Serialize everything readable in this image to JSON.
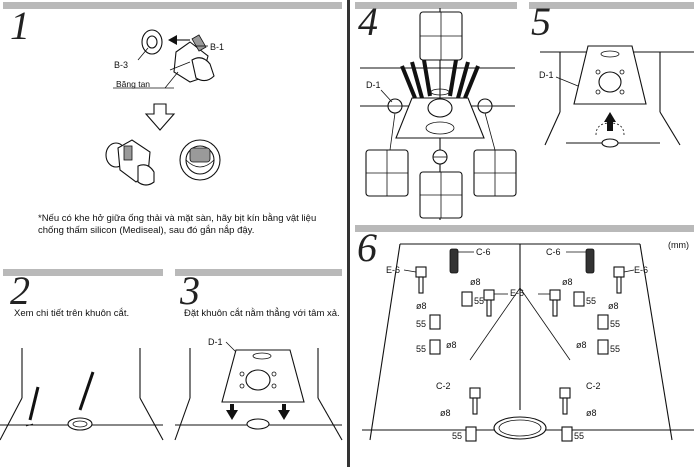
{
  "steps": {
    "s1": "1",
    "s2": "2",
    "s3": "3",
    "s4": "4",
    "s5": "5",
    "s6": "6"
  },
  "step1": {
    "label_b3": "B-3",
    "label_b1": "B-1",
    "label_tape": "Băng tan",
    "note": "*Nếu có khe hở giữa ống thải và mặt sàn, hãy bịt kín bằng vật liệu chống thấm silicon (Mediseal), sau đó gắn nắp đậy."
  },
  "step2": {
    "text": "Xem chi tiết trên khuôn cắt."
  },
  "step3": {
    "text": "Đặt khuôn cắt nằm thẳng với tâm xả.",
    "label_d1": "D-1"
  },
  "step4": {
    "label_d1": "D-1"
  },
  "step5": {
    "label_d1": "D-1"
  },
  "step6": {
    "unit": "(mm)",
    "c6_left": "C-6",
    "c6_right": "C-6",
    "e6_left": "E-6",
    "e6_mid": "E-6",
    "e6_right": "E-6",
    "c2_left": "C-2",
    "c2_right": "C-2",
    "d8": "ø8",
    "l55": "55"
  }
}
